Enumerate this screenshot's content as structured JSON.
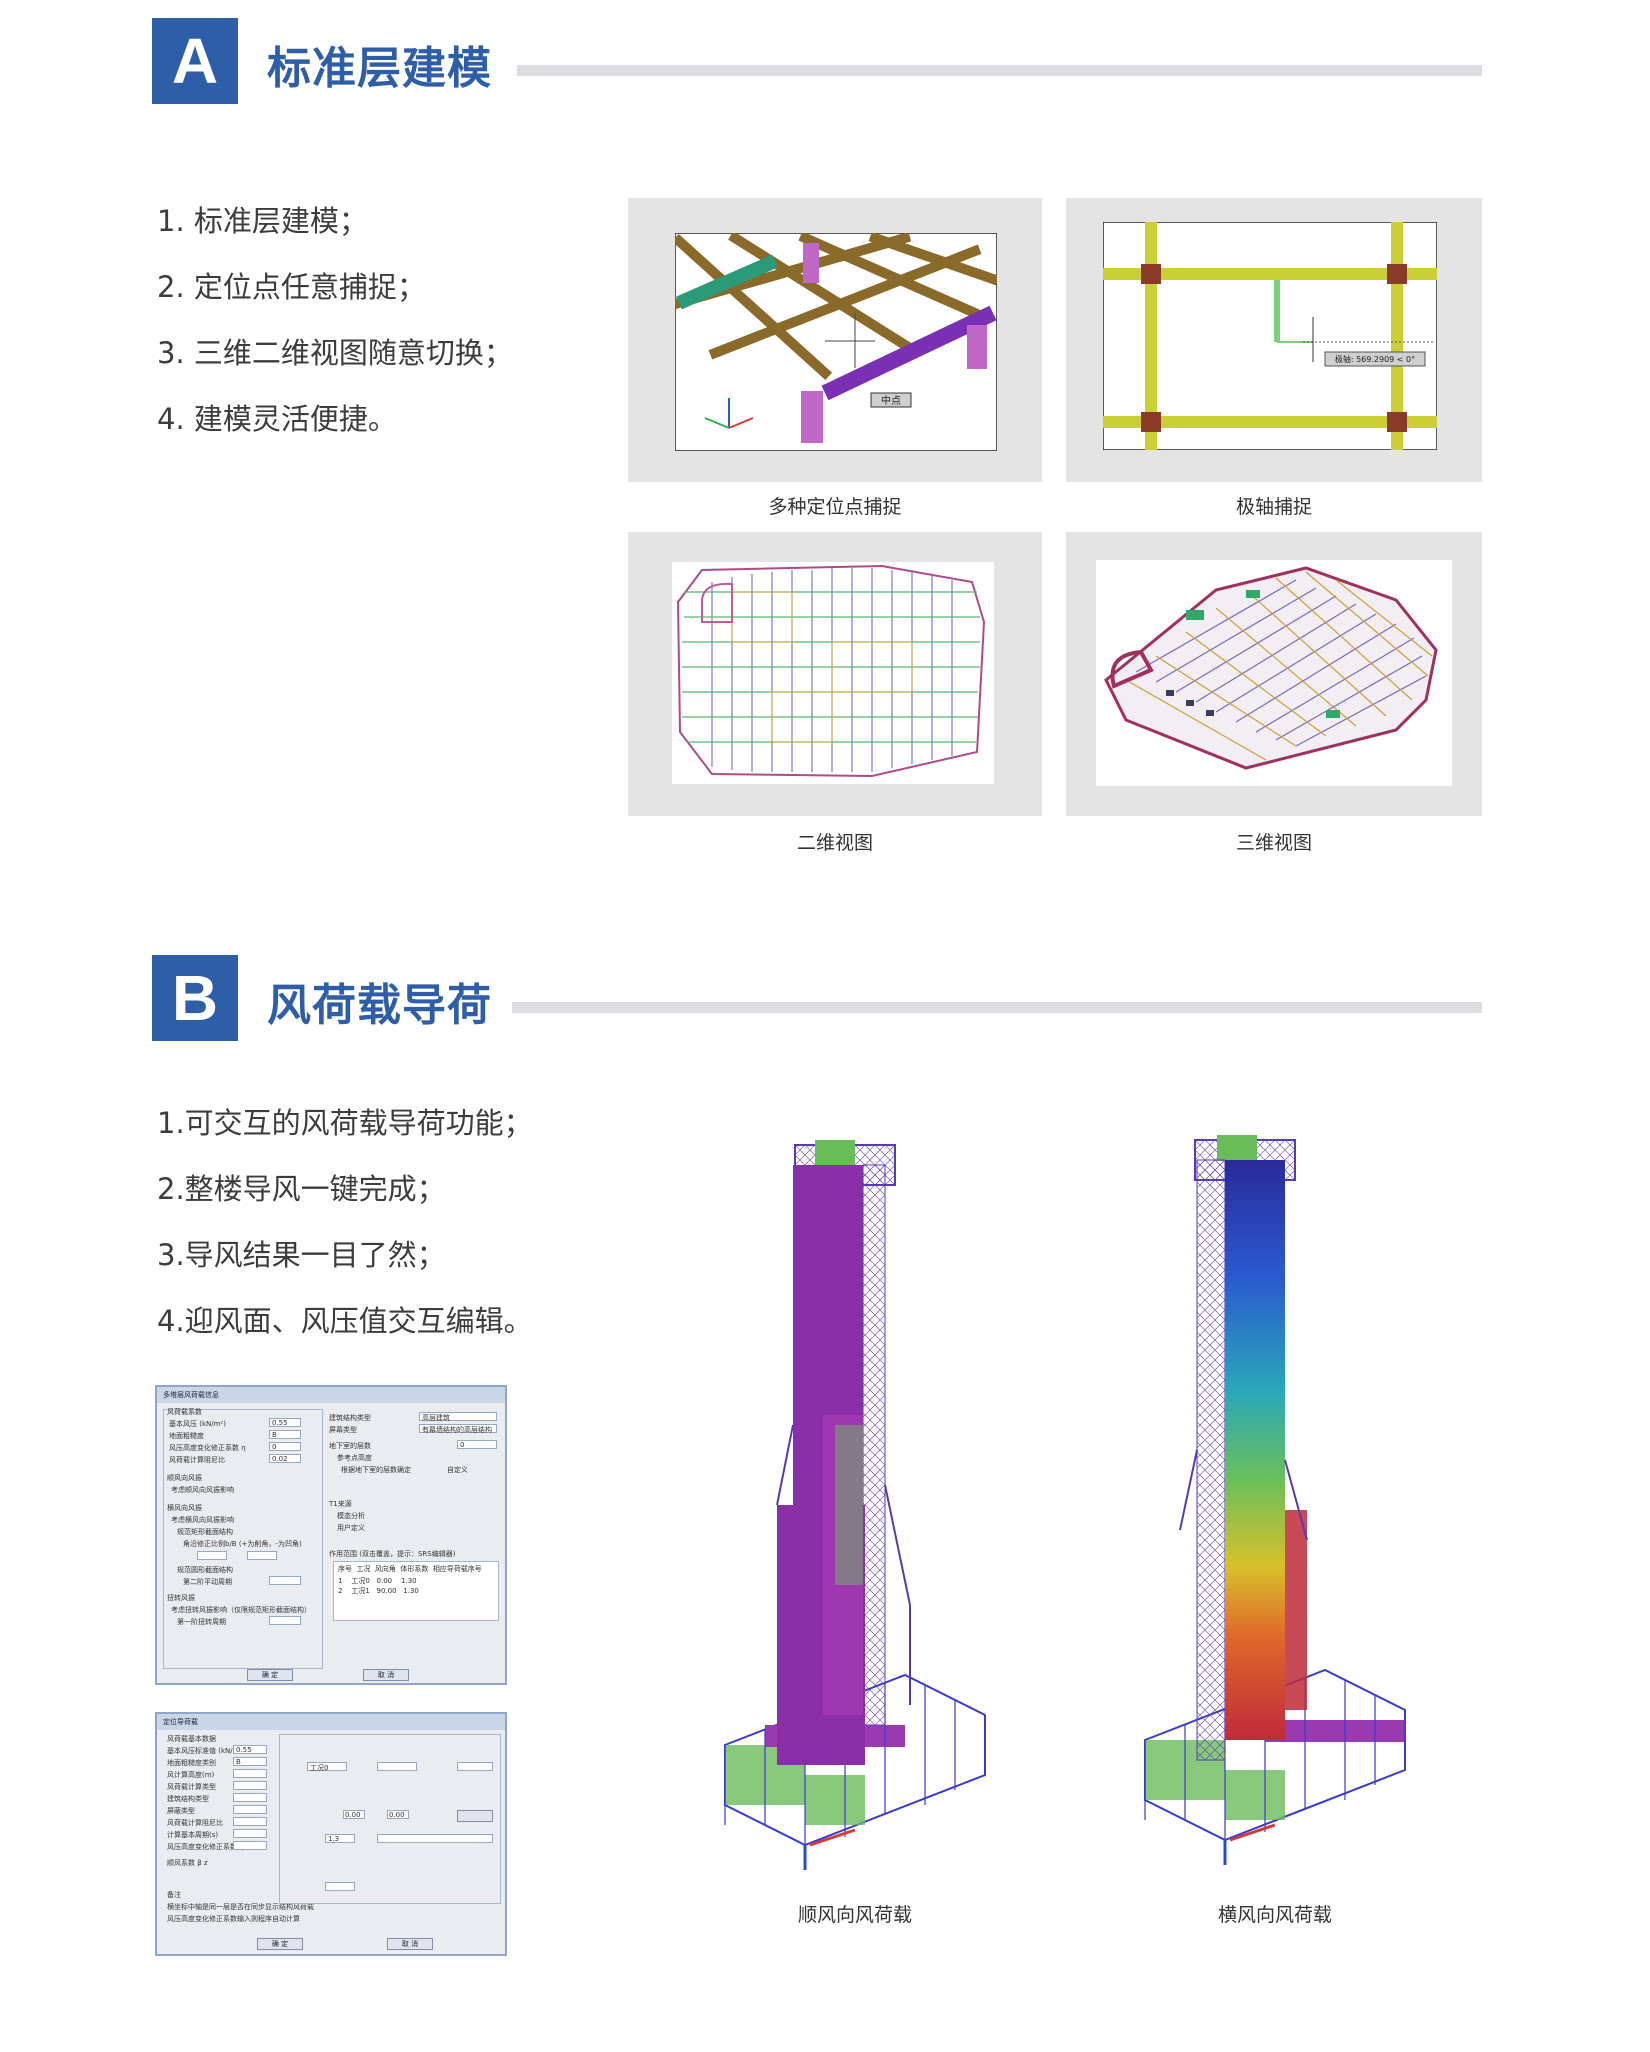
{
  "sectionA": {
    "badge": "A",
    "title": "标准层建模",
    "bullets": [
      "1. 标准层建模；",
      "2. 定位点任意捕捉；",
      "3. 三维二维视图随意切换；",
      "4. 建模灵活便捷。"
    ],
    "panels": [
      {
        "caption": "多种定位点捕捉",
        "tooltip": "中点"
      },
      {
        "caption": "极轴捕捉",
        "tooltip": "极轴: 569.2909 < 0°"
      },
      {
        "caption": "二维视图"
      },
      {
        "caption": "三维视图"
      }
    ]
  },
  "sectionB": {
    "badge": "B",
    "title": "风荷载导荷",
    "bullets": [
      "1.可交互的风荷载导荷功能；",
      "2.整楼导风一键完成；",
      "3.导风结果一目了然；",
      "4.迎风面、风压值交互编辑。"
    ],
    "towers": [
      {
        "caption": "顺风向风荷载"
      },
      {
        "caption": "横风向风荷载"
      }
    ],
    "dialog1": {
      "title": "多塔层风荷载信息",
      "rows": [
        "风荷载系数",
        "基本风压 (kN/m²)",
        "地面粗糙度",
        "风压高度变化修正系数 η",
        "风荷载计算阻尼比",
        "顺风向风振",
        "考虑顺风向风振影响",
        "横风向风振",
        "考虑横风向风振影响",
        "规范矩形截面结构",
        "角沿修正比例b/B (+为削角，-为凹角)",
        "规范圆形截面结构",
        "第二阶平动周期",
        "扭转风振",
        "考虑扭转风振影响（仅限规范矩形截面结构）",
        "第一阶扭转周期"
      ],
      "right_rows": [
        "建筑结构类型",
        "屏幕类型",
        "地下室的层数",
        "参考点高度",
        "根据地下室的层数确定",
        "自定义",
        "T1来源",
        "模态分析",
        "用户定义",
        "作用范围 (双击覆盖，提示：SRS编辑器)"
      ],
      "table_head": [
        "序号",
        "工况",
        "风向角",
        "体形系数",
        "相应导荷载序号"
      ],
      "table_rows": [
        [
          "1",
          "工况0",
          "0.00",
          "1.30",
          ""
        ],
        [
          "2",
          "工况1",
          "90.00",
          "1.30",
          ""
        ]
      ],
      "values": [
        "0.55",
        "B",
        "0",
        "0.02",
        "高层建筑",
        "有幕墙结构的高层结构",
        "0"
      ],
      "ok": "确 定",
      "cancel": "取 消"
    },
    "dialog2": {
      "title": "定位导荷载",
      "rows": [
        "风荷载基本数据",
        "基本风压标准值 (kN/m²)",
        "地面粗糙度类别",
        "风计算高度(m)",
        "风荷载计算类型",
        "建筑结构类型",
        "屏蔽类型",
        "风荷载计算阻尼比",
        "计算基本周期(s)",
        "风压高度变化修正系数 η",
        "顺风系数 β z",
        "备注",
        "横坐标中轴是同一层是否在同步显示结构风荷载",
        "风压高度变化修正系数输入则程序自动计算"
      ],
      "values": [
        "0.55",
        "B",
        "工况0",
        "0.00",
        "0.00",
        "1.3"
      ],
      "ok": "确 定",
      "cancel": "取 消"
    }
  }
}
